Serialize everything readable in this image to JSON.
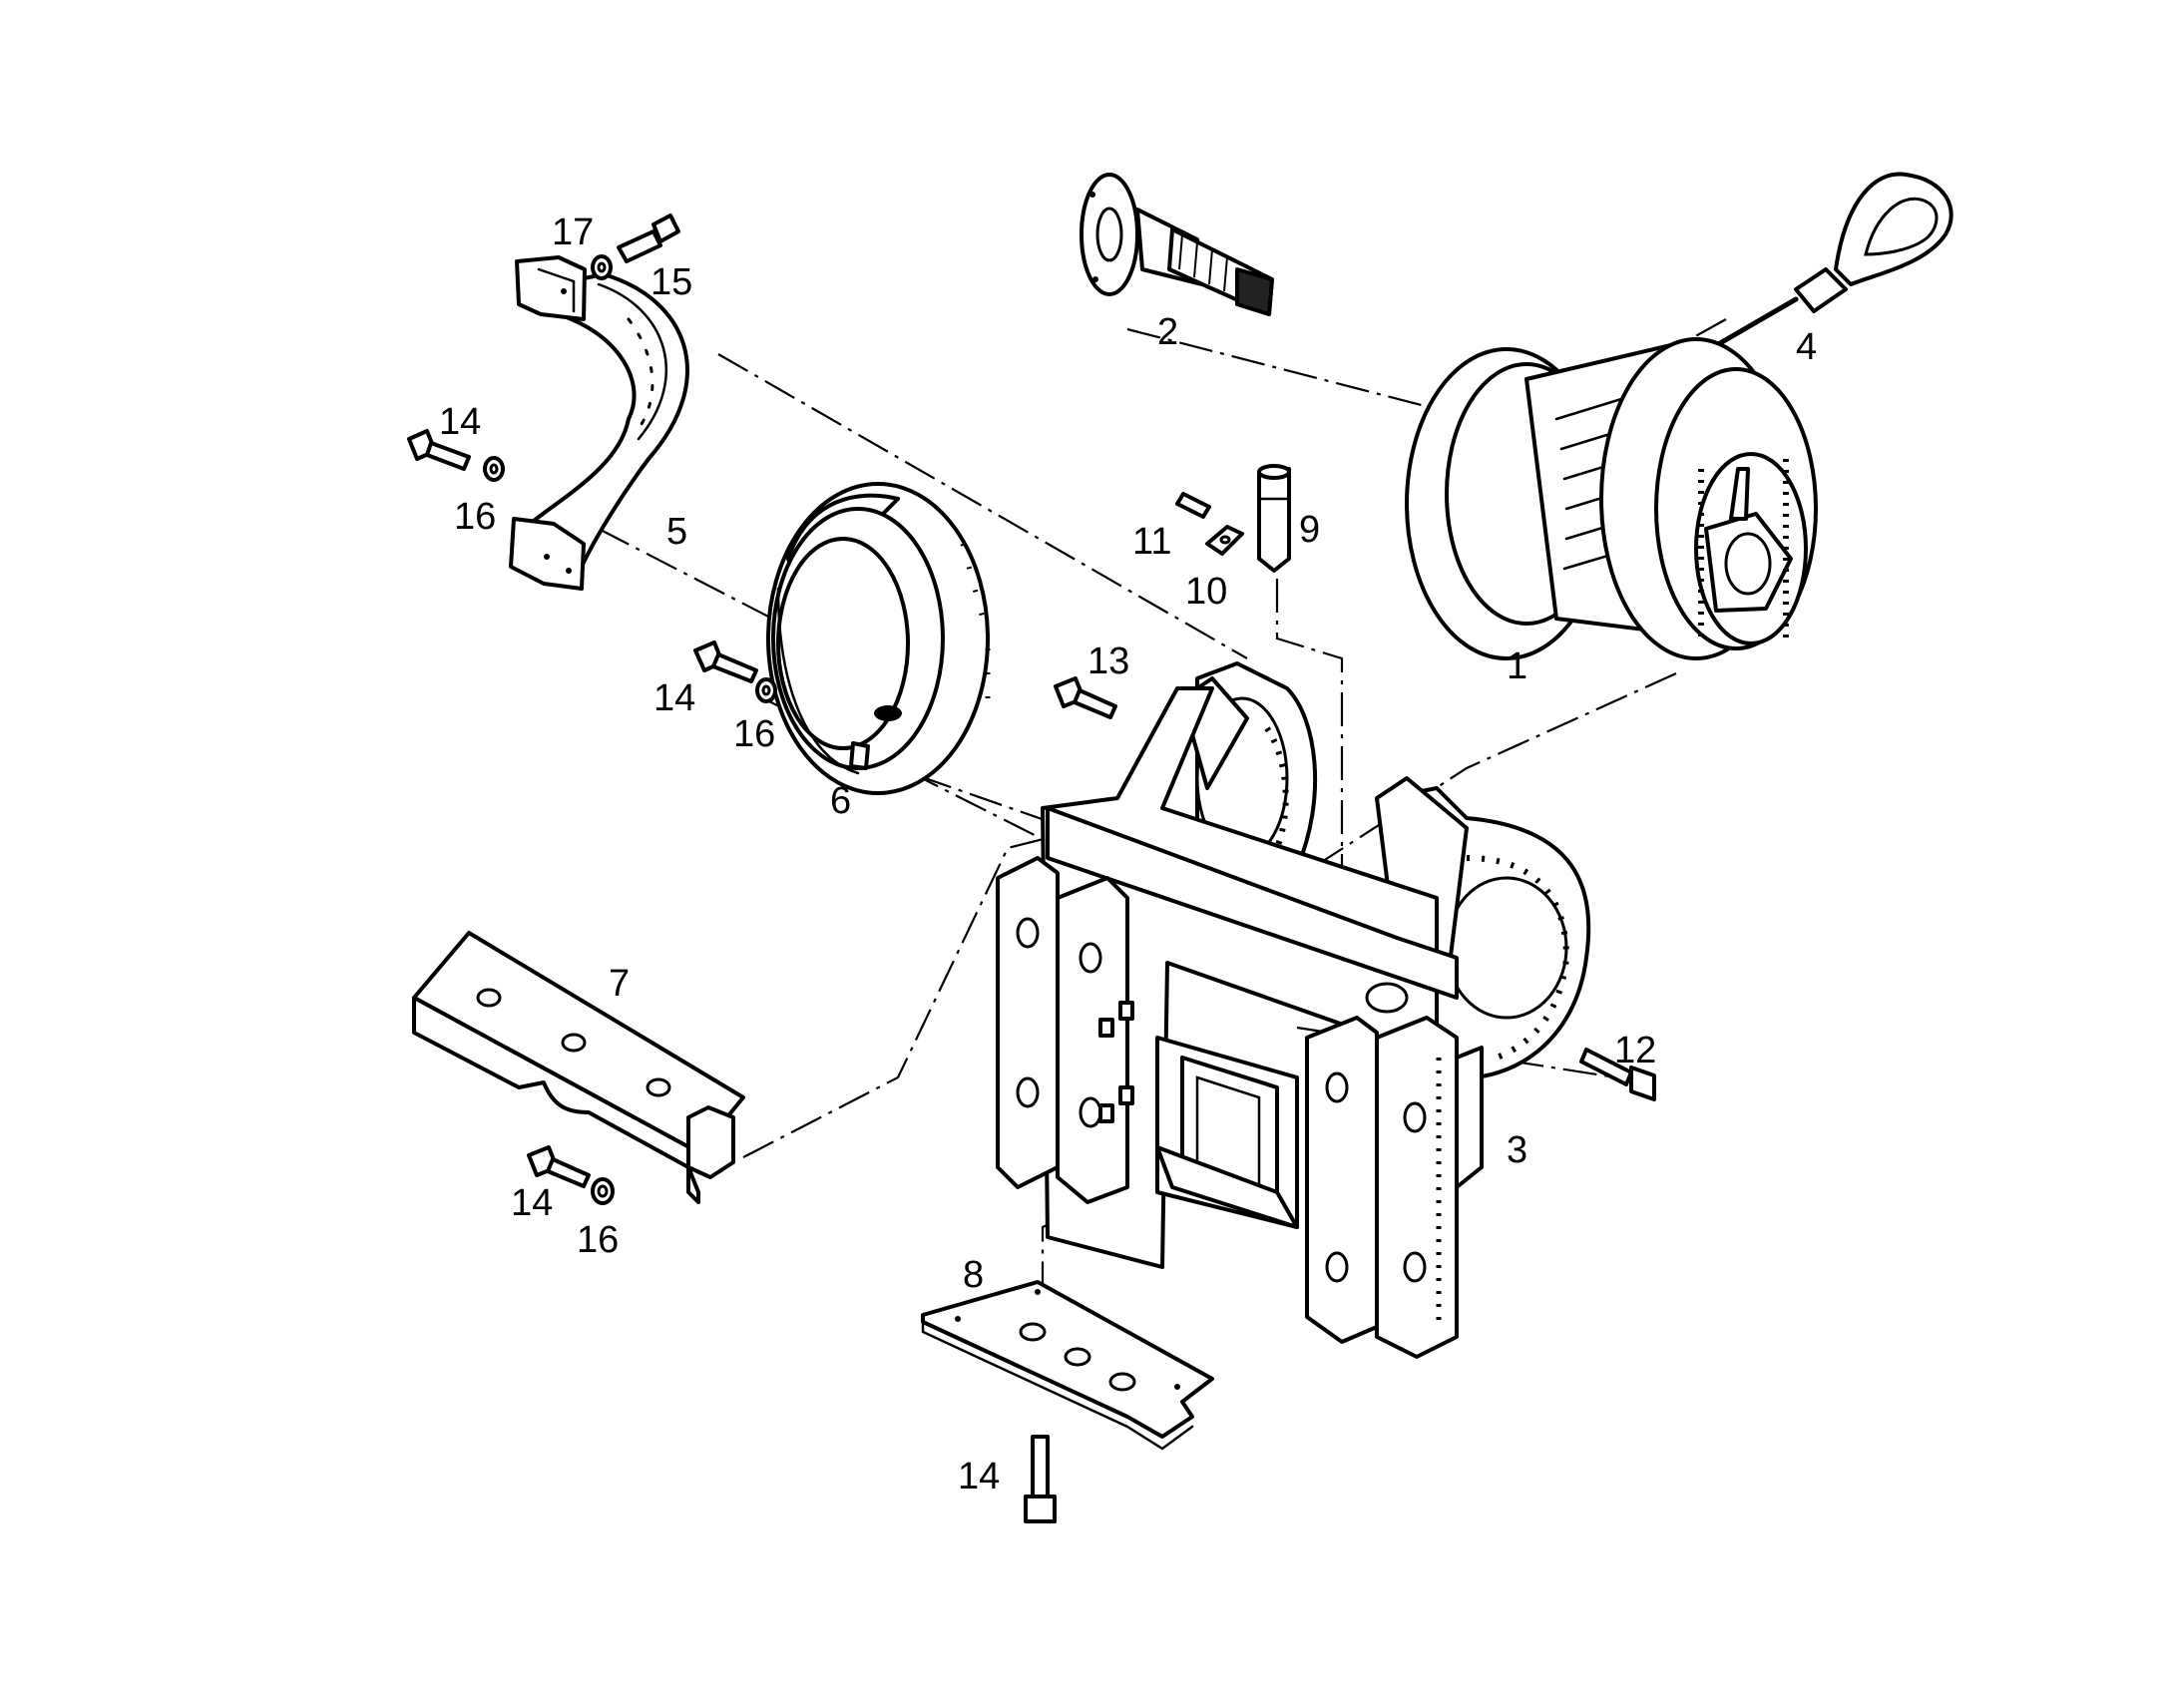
{
  "callouts": [
    {
      "id": "c1",
      "text": "1"
    },
    {
      "id": "c2",
      "text": "2"
    },
    {
      "id": "c3",
      "text": "3"
    },
    {
      "id": "c4",
      "text": "4"
    },
    {
      "id": "c5",
      "text": "5"
    },
    {
      "id": "c6",
      "text": "6"
    },
    {
      "id": "c7",
      "text": "7"
    },
    {
      "id": "c8",
      "text": "8"
    },
    {
      "id": "c9",
      "text": "9"
    },
    {
      "id": "c10",
      "text": "10"
    },
    {
      "id": "c11",
      "text": "11"
    },
    {
      "id": "c12",
      "text": "12"
    },
    {
      "id": "c13",
      "text": "13"
    },
    {
      "id": "c14a",
      "text": "14"
    },
    {
      "id": "c14b",
      "text": "14"
    },
    {
      "id": "c14c",
      "text": "14"
    },
    {
      "id": "c14d",
      "text": "14"
    },
    {
      "id": "c15",
      "text": "15"
    },
    {
      "id": "c16a",
      "text": "16"
    },
    {
      "id": "c16b",
      "text": "16"
    },
    {
      "id": "c16c",
      "text": "16"
    },
    {
      "id": "c17",
      "text": "17"
    }
  ]
}
